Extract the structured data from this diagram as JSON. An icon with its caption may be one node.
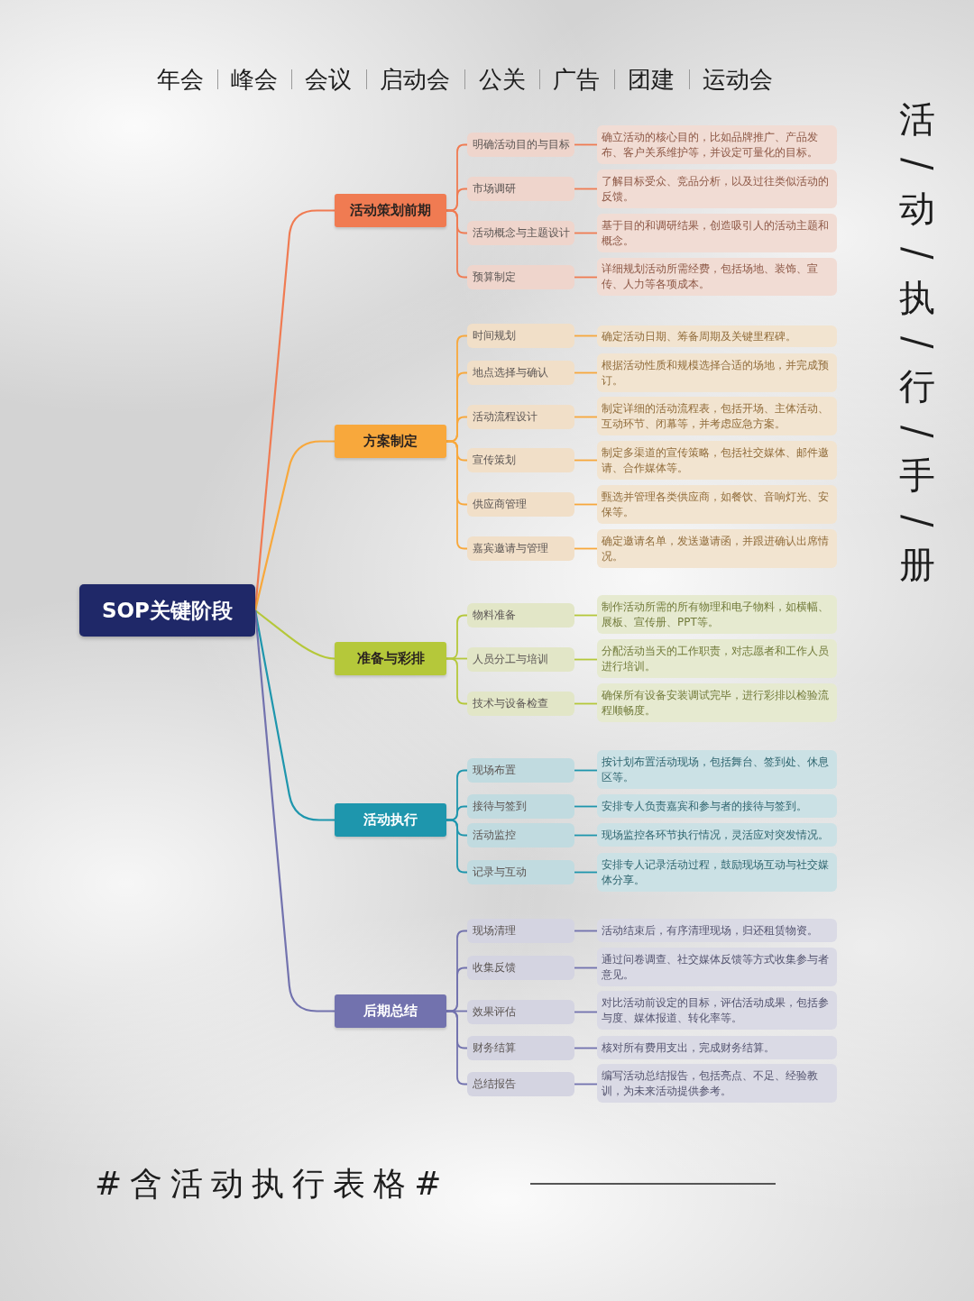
{
  "diagram": {
    "title": "活/动/执/行/手/册",
    "nodes": [
      {
        "text": [
          "SOP关键阶段"
        ]
      },
      {
        "text": [
          "活动策划前期"
        ]
      },
      {
        "text": [
          "明确活动目的与目标"
        ]
      },
      {
        "text": [
          "确立活动的核心目的，比如品牌推广、产品发布、客户关系维护等，并设定可量化的目标。"
        ]
      },
      {
        "text": [
          "市场调研"
        ]
      },
      {
        "text": [
          "了解目标受众、竞品分析，以及过往类似活动的反馈。"
        ]
      },
      {
        "text": [
          "活动概念与主题设计"
        ]
      },
      {
        "text": [
          "基于目的和调研结果，创造吸引人的活动主题和概念。"
        ]
      },
      {
        "text": [
          "预算制定"
        ]
      },
      {
        "text": [
          "详细规划活动所需经费，包括场地、装饰、宣传、人力等各项成本。"
        ]
      },
      {
        "text": [
          "方案制定"
        ]
      },
      {
        "text": [
          "时间规划"
        ]
      },
      {
        "text": [
          "确定活动日期、筹备周期及关键里程碑。"
        ]
      },
      {
        "text": [
          "地点选择与确认"
        ]
      },
      {
        "text": [
          "根据活动性质和规模选择合适的场地，并完成预订。"
        ]
      },
      {
        "text": [
          "活动流程设计"
        ]
      },
      {
        "text": [
          "制定详细的活动流程表，包括开场、主体活动、互动环节、闭幕等，并考虑应急方案。"
        ]
      },
      {
        "text": [
          "宣传策划"
        ]
      },
      {
        "text": [
          "制定多渠道的宣传策略，包括社交媒体、邮件邀请、合作媒体等。"
        ]
      },
      {
        "text": [
          "供应商管理"
        ]
      },
      {
        "text": [
          "甄选并管理各类供应商，如餐饮、音响灯光、安保等。"
        ]
      },
      {
        "text": [
          "嘉宾邀请与管理"
        ]
      },
      {
        "text": [
          "确定邀请名单，发送邀请函，并跟进确认出席情况。"
        ]
      },
      {
        "text": [
          "准备与彩排"
        ]
      },
      {
        "text": [
          "物料准备"
        ]
      },
      {
        "text": [
          "制作活动所需的所有物理和电子物料，如横幅、展板、宣传册、PPT等。"
        ]
      },
      {
        "text": [
          "人员分工与培训"
        ]
      },
      {
        "text": [
          "分配活动当天的工作职责，对志愿者和工作人员进行培训。"
        ]
      },
      {
        "text": [
          "技术与设备检查"
        ]
      },
      {
        "text": [
          "确保所有设备安装调试完毕，进行彩排以检验流程顺畅度。"
        ]
      },
      {
        "text": [
          "活动执行"
        ]
      },
      {
        "text": [
          "现场布置"
        ]
      },
      {
        "text": [
          "按计划布置活动现场，包括舞台、签到处、休息区等。"
        ]
      },
      {
        "text": [
          "接待与签到"
        ]
      },
      {
        "text": [
          "安排专人负责嘉宾和参与者的接待与签到。"
        ]
      },
      {
        "text": [
          "活动监控"
        ]
      },
      {
        "text": [
          "现场监控各环节执行情况，灵活应对突发情况。"
        ]
      },
      {
        "text": [
          "记录与互动"
        ]
      },
      {
        "text": [
          "安排专人记录活动过程，鼓励现场互动与社交媒体分享。"
        ]
      },
      {
        "text": [
          "后期总结"
        ]
      },
      {
        "text": [
          "现场清理"
        ]
      },
      {
        "text": [
          "活动结束后，有序清理现场，归还租赁物资。"
        ]
      },
      {
        "text": [
          "收集反馈"
        ]
      },
      {
        "text": [
          "通过问卷调查、社交媒体反馈等方式收集参与者意见。"
        ]
      },
      {
        "text": [
          "效果评估"
        ]
      },
      {
        "text": [
          "对比活动前设定的目标，评估活动成果，包括参与度、媒体报道、转化率等。"
        ]
      },
      {
        "text": [
          "财务结算"
        ]
      },
      {
        "text": [
          "核对所有费用支出，完成财务结算。"
        ]
      },
      {
        "text": [
          "总结报告"
        ]
      },
      {
        "text": [
          "编写活动总结报告，包括亮点、不足、经验教训，为未来活动提供参考。"
        ]
      }
    ],
    "edges": [
      {
        "from": 0,
        "to": 1,
        "arrow": "none",
        "color": "#f07b52"
      },
      {
        "from": 1,
        "to": 2,
        "arrow": "none",
        "color": "#f07b52"
      },
      {
        "from": 2,
        "to": 3,
        "arrow": "none",
        "color": "#f07b52"
      },
      {
        "from": 1,
        "to": 4,
        "arrow": "none",
        "color": "#f07b52"
      },
      {
        "from": 4,
        "to": 5,
        "arrow": "none",
        "color": "#f07b52"
      },
      {
        "from": 1,
        "to": 6,
        "arrow": "none",
        "color": "#f07b52"
      },
      {
        "from": 6,
        "to": 7,
        "arrow": "none",
        "color": "#f07b52"
      },
      {
        "from": 1,
        "to": 8,
        "arrow": "none",
        "color": "#f07b52"
      },
      {
        "from": 8,
        "to": 9,
        "arrow": "none",
        "color": "#f07b52"
      },
      {
        "from": 0,
        "to": 10,
        "arrow": "none",
        "color": "#f8a83c"
      },
      {
        "from": 10,
        "to": 11,
        "arrow": "none",
        "color": "#f8a83c"
      },
      {
        "from": 11,
        "to": 12,
        "arrow": "none",
        "color": "#f8a83c"
      },
      {
        "from": 10,
        "to": 13,
        "arrow": "none",
        "color": "#f8a83c"
      },
      {
        "from": 13,
        "to": 14,
        "arrow": "none",
        "color": "#f8a83c"
      },
      {
        "from": 10,
        "to": 15,
        "arrow": "none",
        "color": "#f8a83c"
      },
      {
        "from": 15,
        "to": 16,
        "arrow": "none",
        "color": "#f8a83c"
      },
      {
        "from": 10,
        "to": 17,
        "arrow": "none",
        "color": "#f8a83c"
      },
      {
        "from": 17,
        "to": 18,
        "arrow": "none",
        "color": "#f8a83c"
      },
      {
        "from": 10,
        "to": 19,
        "arrow": "none",
        "color": "#f8a83c"
      },
      {
        "from": 19,
        "to": 20,
        "arrow": "none",
        "color": "#f8a83c"
      },
      {
        "from": 10,
        "to": 21,
        "arrow": "none",
        "color": "#f8a83c"
      },
      {
        "from": 21,
        "to": 22,
        "arrow": "none",
        "color": "#f8a83c"
      },
      {
        "from": 0,
        "to": 23,
        "arrow": "none",
        "color": "#b5c83a"
      },
      {
        "from": 23,
        "to": 24,
        "arrow": "none",
        "color": "#b5c83a"
      },
      {
        "from": 24,
        "to": 25,
        "arrow": "none",
        "color": "#b5c83a"
      },
      {
        "from": 23,
        "to": 26,
        "arrow": "none",
        "color": "#b5c83a"
      },
      {
        "from": 26,
        "to": 27,
        "arrow": "none",
        "color": "#b5c83a"
      },
      {
        "from": 23,
        "to": 28,
        "arrow": "none",
        "color": "#b5c83a"
      },
      {
        "from": 28,
        "to": 29,
        "arrow": "none",
        "color": "#b5c83a"
      },
      {
        "from": 0,
        "to": 30,
        "arrow": "none",
        "color": "#1e96ad"
      },
      {
        "from": 30,
        "to": 31,
        "arrow": "none",
        "color": "#1e96ad"
      },
      {
        "from": 31,
        "to": 32,
        "arrow": "none",
        "color": "#1e96ad"
      },
      {
        "from": 30,
        "to": 33,
        "arrow": "none",
        "color": "#1e96ad"
      },
      {
        "from": 33,
        "to": 34,
        "arrow": "none",
        "color": "#1e96ad"
      },
      {
        "from": 30,
        "to": 35,
        "arrow": "none",
        "color": "#1e96ad"
      },
      {
        "from": 35,
        "to": 36,
        "arrow": "none",
        "color": "#1e96ad"
      },
      {
        "from": 30,
        "to": 37,
        "arrow": "none",
        "color": "#1e96ad"
      },
      {
        "from": 37,
        "to": 38,
        "arrow": "none",
        "color": "#1e96ad"
      },
      {
        "from": 0,
        "to": 39,
        "arrow": "none",
        "color": "#7272ae"
      },
      {
        "from": 39,
        "to": 40,
        "arrow": "none",
        "color": "#7272ae"
      },
      {
        "from": 40,
        "to": 41,
        "arrow": "none",
        "color": "#7272ae"
      },
      {
        "from": 39,
        "to": 42,
        "arrow": "none",
        "color": "#7272ae"
      },
      {
        "from": 42,
        "to": 43,
        "arrow": "none",
        "color": "#7272ae"
      },
      {
        "from": 39,
        "to": 44,
        "arrow": "none",
        "color": "#7272ae"
      },
      {
        "from": 44,
        "to": 45,
        "arrow": "none",
        "color": "#7272ae"
      },
      {
        "from": 39,
        "to": 46,
        "arrow": "none",
        "color": "#7272ae"
      },
      {
        "from": 46,
        "to": 47,
        "arrow": "none",
        "color": "#7272ae"
      },
      {
        "from": 39,
        "to": 48,
        "arrow": "none",
        "color": "#7272ae"
      },
      {
        "from": 48,
        "to": 49,
        "arrow": "none",
        "color": "#7272ae"
      }
    ],
    "labels": [
      "年会",
      "峰会",
      "会议",
      "启动会",
      "公关",
      "广告",
      "团建",
      "运动会",
      "#含活动执行表格#"
    ]
  }
}
